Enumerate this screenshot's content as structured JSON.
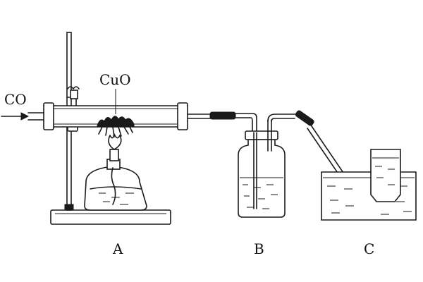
{
  "labels": {
    "gas_in": "CO",
    "reagent": "CuO",
    "apparatus_a": "A",
    "apparatus_b": "B",
    "apparatus_c": "C"
  }
}
